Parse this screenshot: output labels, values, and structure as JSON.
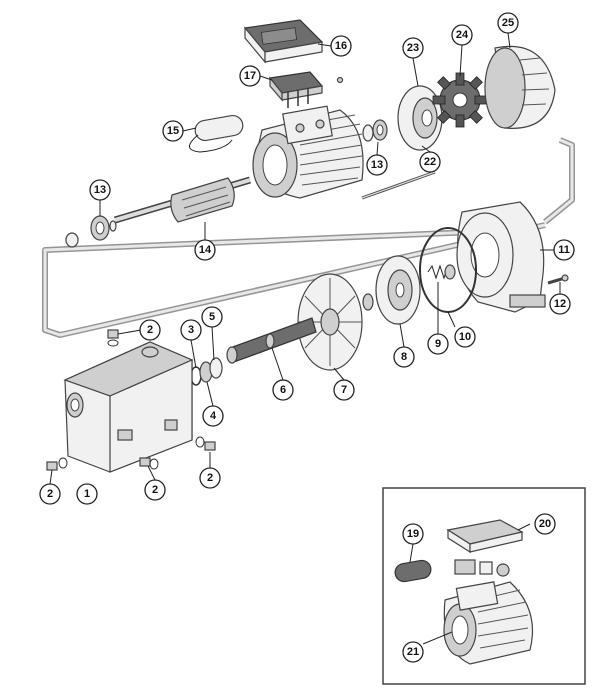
{
  "diagram": {
    "callouts": [
      {
        "id": "c1",
        "label": "1"
      },
      {
        "id": "c2a",
        "label": "2"
      },
      {
        "id": "c2b",
        "label": "2"
      },
      {
        "id": "c2c",
        "label": "2"
      },
      {
        "id": "c2d",
        "label": "2"
      },
      {
        "id": "c3",
        "label": "3"
      },
      {
        "id": "c4",
        "label": "4"
      },
      {
        "id": "c5",
        "label": "5"
      },
      {
        "id": "c6",
        "label": "6"
      },
      {
        "id": "c7",
        "label": "7"
      },
      {
        "id": "c8",
        "label": "8"
      },
      {
        "id": "c9",
        "label": "9"
      },
      {
        "id": "c10",
        "label": "10"
      },
      {
        "id": "c11",
        "label": "11"
      },
      {
        "id": "c12",
        "label": "12"
      },
      {
        "id": "c13a",
        "label": "13"
      },
      {
        "id": "c13b",
        "label": "13"
      },
      {
        "id": "c14",
        "label": "14"
      },
      {
        "id": "c15",
        "label": "15"
      },
      {
        "id": "c16",
        "label": "16"
      },
      {
        "id": "c17",
        "label": "17"
      },
      {
        "id": "c19",
        "label": "19"
      },
      {
        "id": "c20",
        "label": "20"
      },
      {
        "id": "c21",
        "label": "21"
      },
      {
        "id": "c22",
        "label": "22"
      },
      {
        "id": "c23",
        "label": "23"
      },
      {
        "id": "c24",
        "label": "24"
      },
      {
        "id": "c25",
        "label": "25"
      }
    ]
  }
}
